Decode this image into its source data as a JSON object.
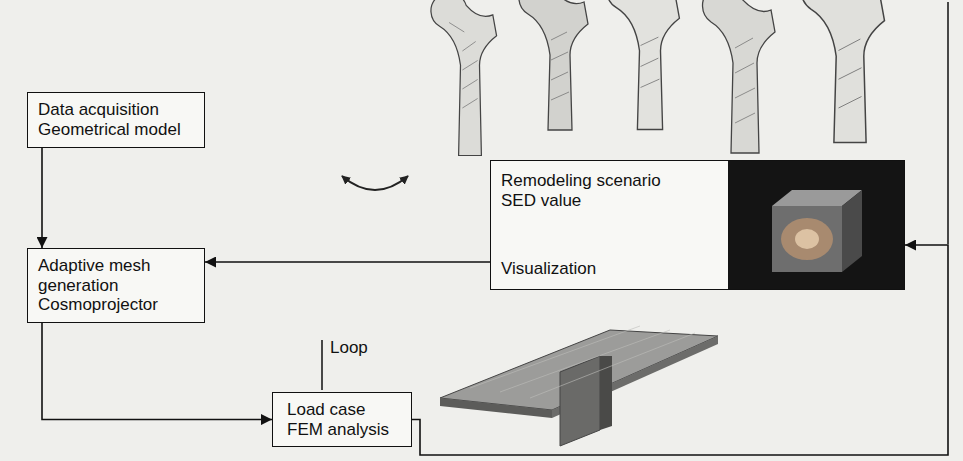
{
  "diagram": {
    "nodes": [
      {
        "text": [
          "Data acquisition Geometrical model"
        ]
      },
      {
        "text": [
          "Adaptive mesh generation Cosmoprojector"
        ]
      },
      {
        "text": [
          "Load case FEM analysis"
        ]
      },
      {
        "text": [
          "Remodeling scenario SED value",
          "Visualization"
        ]
      }
    ],
    "edges": [
      {
        "from": 0,
        "to": 1,
        "arrow": "to"
      },
      {
        "from": 1,
        "to": 2,
        "arrow": "to"
      },
      {
        "from": 2,
        "to": 3,
        "arrow": "to"
      },
      {
        "from": 3,
        "to": 1,
        "arrow": "to"
      }
    ],
    "labels": [
      "Loop"
    ]
  }
}
